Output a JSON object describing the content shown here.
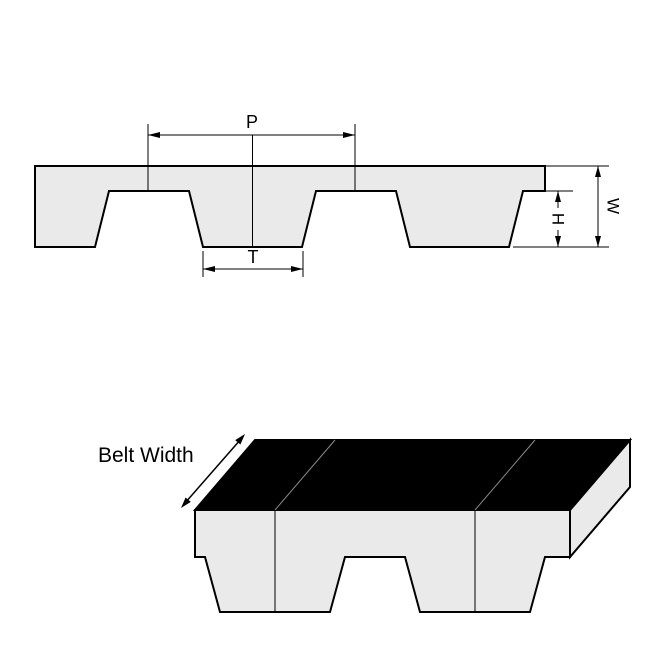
{
  "labels": {
    "pitch": "P",
    "tooth_width": "T",
    "tooth_height": "H",
    "belt_thickness": "W",
    "belt_width": "Belt Width"
  },
  "colors": {
    "belt_fill": "#eaeaea",
    "belt_top_surface": "#000000",
    "line": "#000000",
    "background": "#ffffff"
  }
}
